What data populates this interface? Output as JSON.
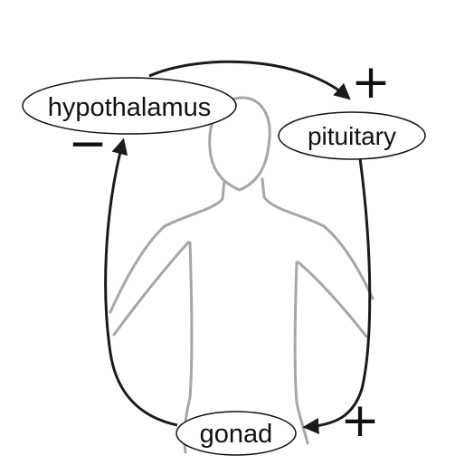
{
  "diagram": {
    "nodes": {
      "hypothalamus": "hypothalamus",
      "pituitary": "pituitary",
      "gonad": "gonad"
    },
    "signs": {
      "hypothalamus_to_pituitary": "+",
      "pituitary_to_gonad": "+",
      "gonad_to_hypothalamus": "−"
    },
    "colors": {
      "arrows": "#1a1a1a",
      "body_outline": "#a6a6a6",
      "node_fill": "#ffffff",
      "node_stroke": "#111111"
    }
  }
}
